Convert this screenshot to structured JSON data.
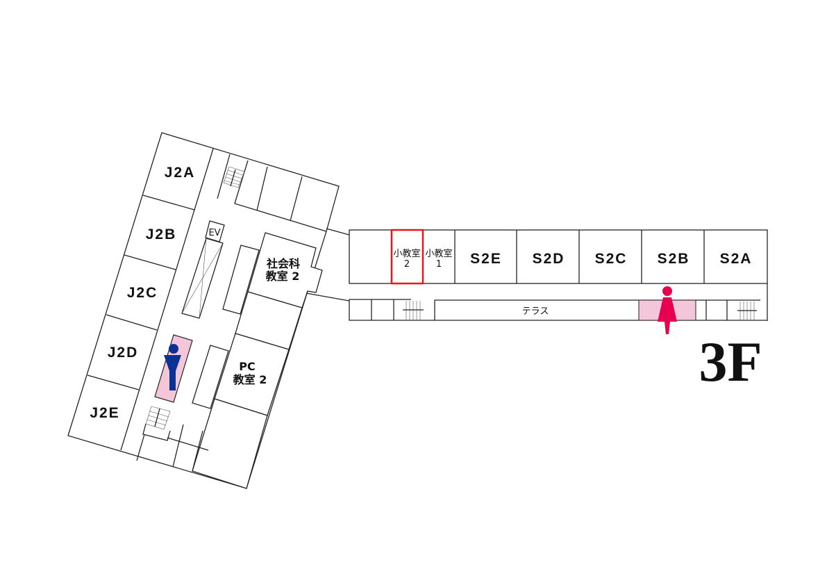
{
  "floor_label": "3F",
  "colors": {
    "toilet_fill": "#f4c6da",
    "male_icon": "#0a3194",
    "female_icon": "#e6004f",
    "highlight": "#e8141e"
  },
  "west_wing": {
    "rooms": [
      "J2A",
      "J2B",
      "J2C",
      "J2D",
      "J2E"
    ],
    "elevator": "EV",
    "social_room": {
      "line1": "社会科",
      "line2": "教室 2"
    },
    "pc_room": {
      "line1": "PC",
      "line2": "教室 2"
    }
  },
  "east_wing": {
    "small_room_2": {
      "line1": "小教室",
      "line2": "2",
      "highlighted": true
    },
    "small_room_1": {
      "line1": "小教室",
      "line2": "1"
    },
    "rooms": [
      "S2E",
      "S2D",
      "S2C",
      "S2B",
      "S2A"
    ],
    "terrace": "テラス"
  },
  "icons": {
    "male_toilet": "male-toilet-icon",
    "female_toilet": "female-toilet-icon"
  }
}
